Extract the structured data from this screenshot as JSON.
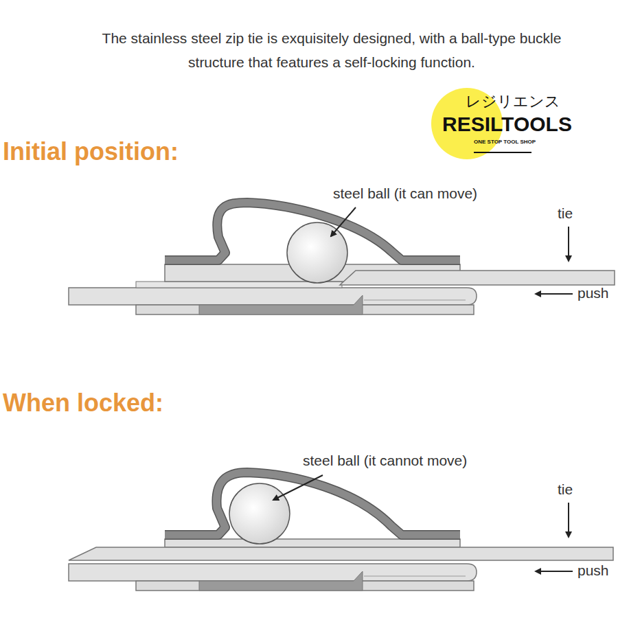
{
  "diagram": {
    "title": "The stainless steel zip tie is exquisitely designed, with a ball-type buckle structure that features a self-locking function.",
    "labels": [
      "レジリエンス",
      "RESILTOOLS",
      "ONE STOP TOOL SHOP",
      "Initial position:",
      "steel ball (it can move)",
      "tie",
      "push",
      "When locked:",
      "steel ball (it cannot move)",
      "tie",
      "push"
    ]
  }
}
